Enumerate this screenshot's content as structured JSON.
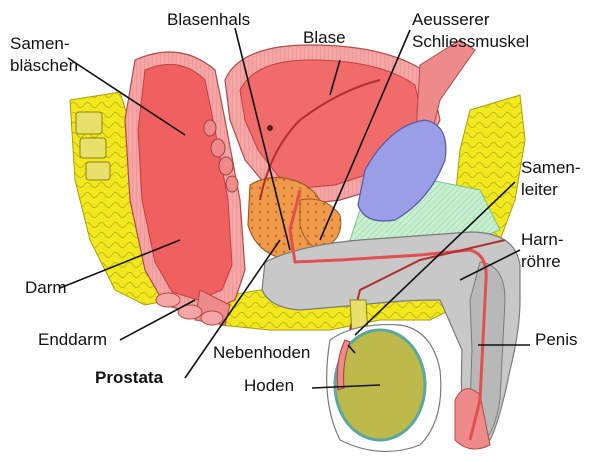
{
  "labels": {
    "samenblaeschen_1": "Samen-",
    "samenblaeschen_2": "bläschen",
    "blasenhals": "Blasenhals",
    "blase": "Blase",
    "aeusserer_1": "Aeusserer",
    "aeusserer_2": "Schliessmuskel",
    "samenleiter_1": "Samen-",
    "samenleiter_2": "leiter",
    "harnroehre_1": "Harn-",
    "harnroehre_2": "röhre",
    "darm": "Darm",
    "enddarm": "Enddarm",
    "penis": "Penis",
    "nebenhoden": "Nebenhoden",
    "prostata": "Prostata",
    "hoden": "Hoden"
  },
  "colors": {
    "background": "#ffffff",
    "fat": "#f2e81e",
    "fat_dots": "#b8ae10",
    "muscle": "#ef8a8a",
    "muscle_dark": "#d95f5f",
    "rectum": "#f06060",
    "bladder": "#f26b6b",
    "bladder_wall": "#f4a6a6",
    "prostate": "#ef9a4a",
    "seminal_vesicle": "#9a9ee6",
    "penis_tissue": "#c8c8c8",
    "urethra": "#e05050",
    "testis": "#bdb94a",
    "testis_outline": "#5aa8a0",
    "bone": "#e8e06a",
    "green_area": "#c8f0d0",
    "line": "#111111"
  }
}
